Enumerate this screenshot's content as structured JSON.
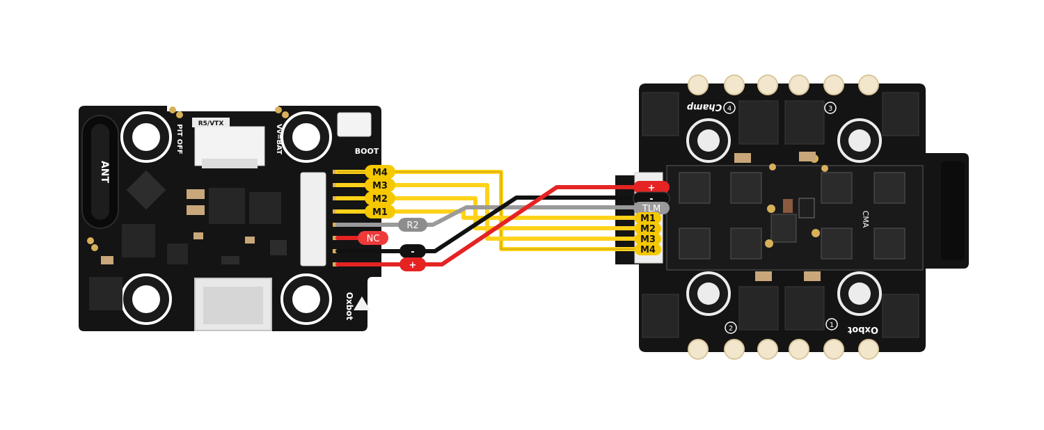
{
  "fc_board": {
    "ant_label": "ANT",
    "pit_off_label": "PIT OFF",
    "rx_vtx_label": "R5/VTX",
    "vbat_label": "Vv=BAT",
    "boot_label": "BOOT",
    "brand_label": "Oxbot"
  },
  "esc_board": {
    "brand_top": "Champ",
    "brand_bottom": "Oxbot",
    "side_mark": "CMA",
    "motor_numbers": [
      "4",
      "3",
      "2",
      "1"
    ]
  },
  "fc_wire_labels": [
    "M4",
    "M3",
    "M2",
    "M1",
    "R2",
    "NC",
    "-",
    "+"
  ],
  "esc_pad_labels": [
    "+",
    "-",
    "TLM",
    "M1",
    "M2",
    "M3",
    "M4"
  ],
  "colors": {
    "board": "#141414",
    "pad": "#f5c800",
    "signal_wire": "#ffd21a",
    "power_wire": "#e52323",
    "ground_wire": "#111111",
    "telemetry_wire": "#9a9a9a",
    "nc_label": "#ef3a3a",
    "r2_label": "#8d8d8d"
  }
}
